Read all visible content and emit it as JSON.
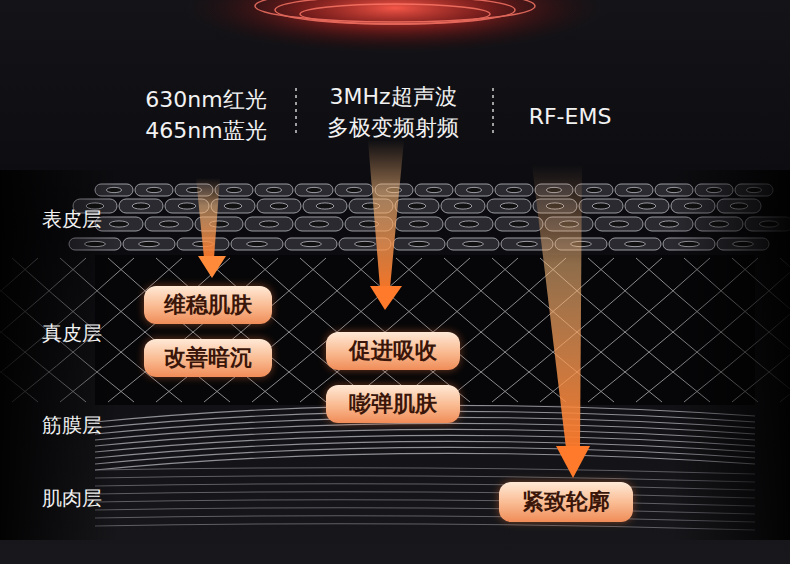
{
  "diagram": {
    "nodes": [
      {
        "text": [
          "维稳肌肤"
        ]
      },
      {
        "text": [
          "改善暗沉"
        ]
      },
      {
        "text": [
          "促进吸收"
        ]
      },
      {
        "text": [
          "嘭弹肌肤"
        ]
      },
      {
        "text": [
          "紧致轮廓"
        ]
      }
    ],
    "labels": [
      "630nm红光",
      "465nm蓝光",
      "3MHz超声波",
      "多极变频射频",
      "RF-EMS",
      "表皮层",
      "真皮层",
      "筋膜层",
      "肌肉层"
    ]
  }
}
